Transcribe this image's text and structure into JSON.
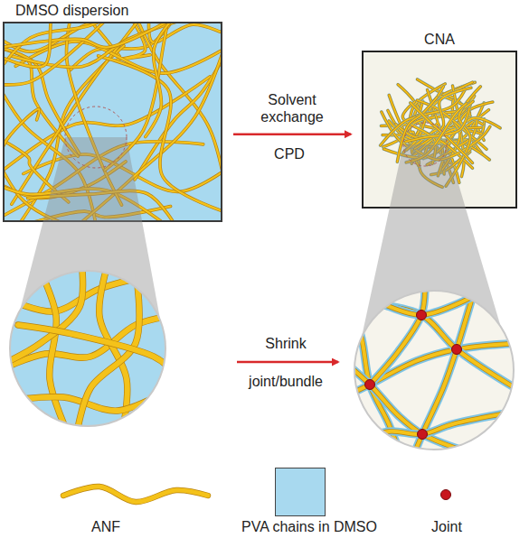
{
  "diagram": {
    "nodes": [
      {
        "text": [
          "DMSO dispersion"
        ]
      },
      {
        "text": [
          "CNA"
        ]
      }
    ],
    "edges": [
      {
        "from": 0,
        "to": 1,
        "arrow": "to",
        "label": "Solvent exchange"
      }
    ],
    "labels": [
      "CPD",
      "Shrink",
      "joint/bundle"
    ],
    "legend": [
      {
        "text": "ANF"
      },
      {
        "text": "PVA chains in DMSO",
        "color": "#a8d9ef"
      },
      {
        "text": "Joint",
        "color": "#c8161d"
      }
    ]
  }
}
